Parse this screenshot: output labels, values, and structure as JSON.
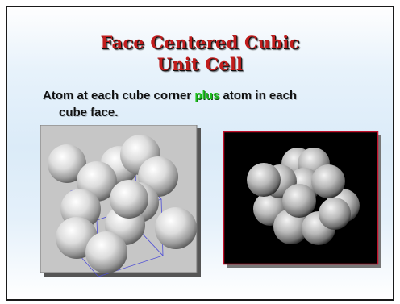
{
  "slide": {
    "title_line1": "Face Centered Cubic",
    "title_line2": "Unit Cell",
    "body_before": "Atom at each cube corner ",
    "body_highlight": "plus",
    "body_after": " atom in each",
    "body_line2": "cube face."
  },
  "colors": {
    "title": "#c21d1d",
    "highlight": "#1fc21f",
    "figure1_background": "#c6c6c6",
    "figure2_background": "#000000",
    "figure2_border": "#c0102a"
  },
  "images": [
    {
      "name": "fcc-ball-and-stick-model"
    },
    {
      "name": "fcc-space-filling-model"
    }
  ]
}
